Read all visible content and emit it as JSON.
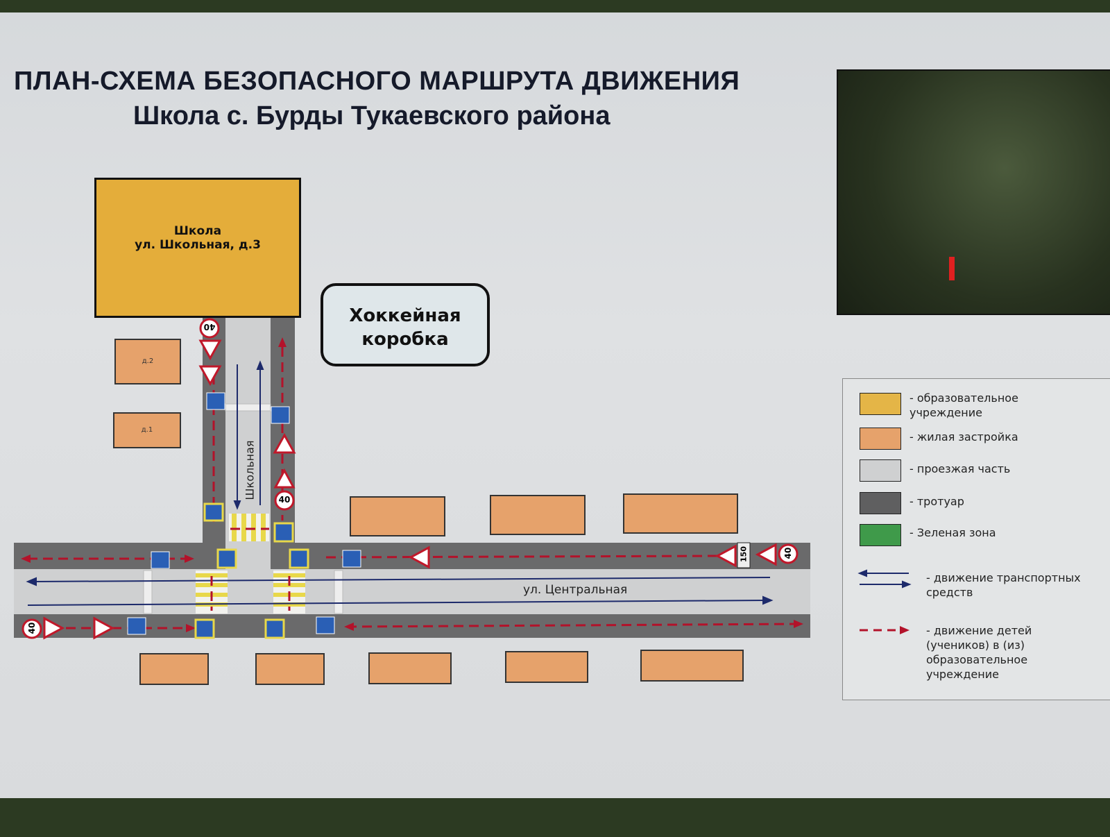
{
  "header": {
    "title": "ПЛАН-СХЕМА БЕЗОПАСНОГО МАРШРУТА ДВИЖЕНИЯ",
    "subtitle": "Школа с. Бурды Тукаевского района"
  },
  "school": {
    "name": "Школа",
    "address": "ул. Школьная, д.3"
  },
  "houses": {
    "d2": "д.2",
    "d1": "д.1"
  },
  "hockey": {
    "line1": "Хоккейная",
    "line2": "коробка"
  },
  "streets": {
    "vertical": "Школьная",
    "horizontal": "ул. Центральная"
  },
  "signs": {
    "speed": "40",
    "distance": "150"
  },
  "legend": {
    "items": [
      {
        "label": "- образовательное учреждение",
        "color": "#e4b547"
      },
      {
        "label": "- жилая застройка",
        "color": "#e6a26b"
      },
      {
        "label": "- проезжая часть",
        "color": "#cfd0d1"
      },
      {
        "label": "- тротуар",
        "color": "#5f5f60"
      },
      {
        "label": "- Зеленая зона",
        "color": "#3f9a4a"
      }
    ],
    "vehicles": "- движение транспортных средств",
    "children": "- движение детей (учеников) в (из) образовательное учреждение"
  },
  "colors": {
    "route": "#b3122a",
    "traffic": "#1d2a6b"
  }
}
